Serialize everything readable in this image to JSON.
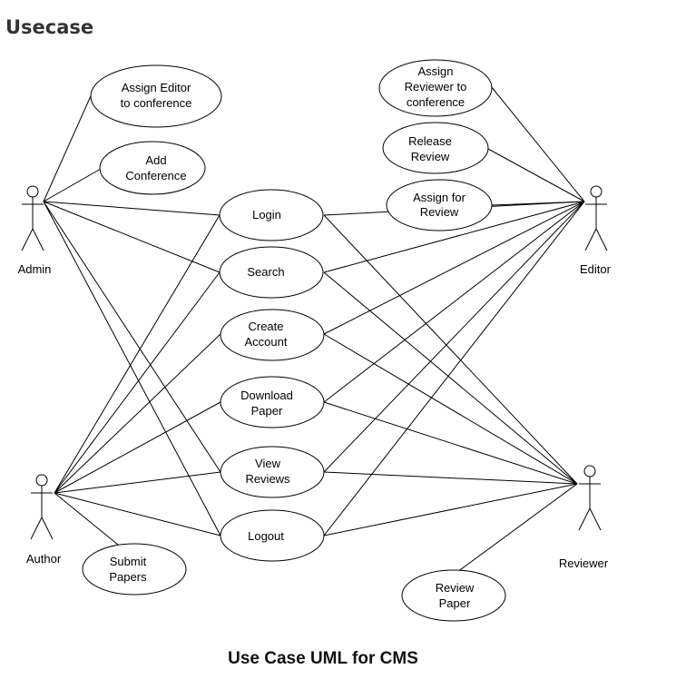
{
  "page": {
    "heading": "Usecase"
  },
  "diagram": {
    "caption": "Use Case UML for CMS",
    "actors": {
      "admin": "Admin",
      "editor": "Editor",
      "author": "Author",
      "reviewer": "Reviewer"
    },
    "usecases": {
      "assign_editor": [
        "Assign Editor",
        "to conference"
      ],
      "add_conference": [
        "Add",
        "Conference"
      ],
      "assign_reviewer": [
        "Assign",
        "Reviewer to",
        "conference"
      ],
      "release_review": [
        "Release",
        "Review"
      ],
      "assign_for_review": [
        "Assign for",
        "Review"
      ],
      "login": [
        "Login"
      ],
      "search": [
        "Search"
      ],
      "create_account": [
        "Create",
        "Account"
      ],
      "download_paper": [
        "Download",
        "Paper"
      ],
      "view_reviews": [
        "View",
        "Reviews"
      ],
      "logout": [
        "Logout"
      ],
      "submit_papers": [
        "Submit",
        "Papers"
      ],
      "review_paper": [
        "Review",
        "Paper"
      ]
    }
  }
}
